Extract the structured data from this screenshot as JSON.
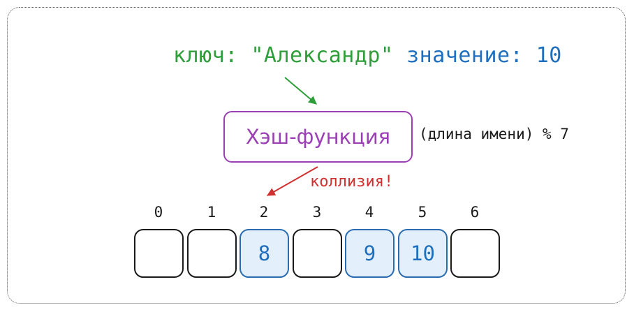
{
  "header": {
    "key_label": "ключ: \"Александр\"",
    "value_label": "значение:",
    "value": "10"
  },
  "hash_function": {
    "label": "Хэш-функция",
    "formula": "(длина имени) % 7"
  },
  "collision_label": "коллизия!",
  "table": {
    "indices": [
      "0",
      "1",
      "2",
      "3",
      "4",
      "5",
      "6"
    ],
    "values": [
      "",
      "",
      "8",
      "",
      "9",
      "10",
      ""
    ]
  },
  "colors": {
    "key": "#2e9e3a",
    "value": "#1f6fbf",
    "hash": "#9b3fb5",
    "collision": "#d03030",
    "filled_cell": "#e3f0fb"
  }
}
